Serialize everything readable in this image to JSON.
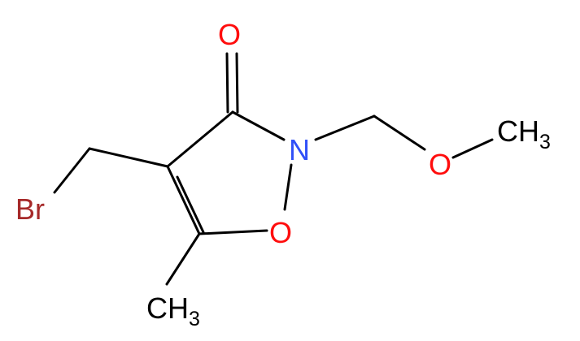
{
  "molecule": {
    "atoms": {
      "oxygen_carbonyl": {
        "text": "O",
        "color": "#ff0d0d"
      },
      "nitrogen": {
        "text": "N",
        "color": "#3050f8"
      },
      "oxygen_ring": {
        "text": "O",
        "color": "#ff0d0d"
      },
      "oxygen_ether": {
        "text": "O",
        "color": "#ff0d0d"
      },
      "bromine": {
        "text": "Br",
        "color": "#a62929"
      },
      "methyl_ether": {
        "text": "CH",
        "sub": "3",
        "color": "#000000"
      },
      "methyl_ring": {
        "text": "CH",
        "sub": "3",
        "color": "#000000"
      }
    }
  }
}
